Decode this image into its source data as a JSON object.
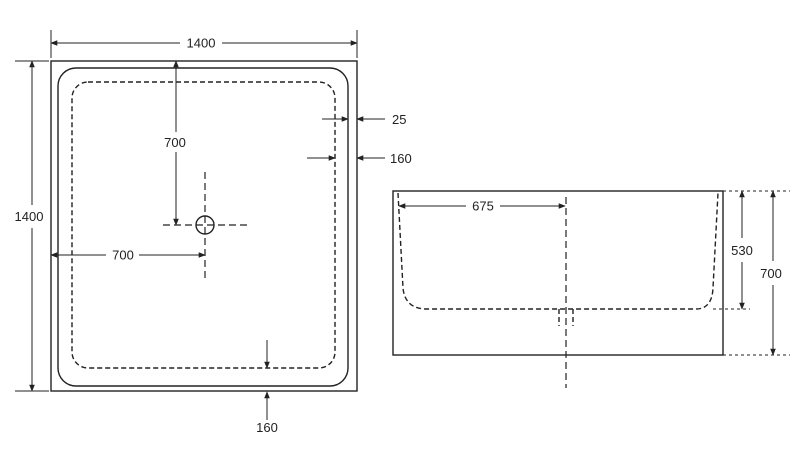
{
  "plan_view": {
    "width_label": "1400",
    "height_label": "1400",
    "drain_to_top_label": "700",
    "drain_to_left_label": "700",
    "rim_thickness_label": "25",
    "side_ledge_label": "160",
    "bottom_ledge_label": "160"
  },
  "side_view": {
    "drain_offset_label": "675",
    "inner_depth_label": "530",
    "overall_height_label": "700"
  },
  "colors": {
    "line": "#222222",
    "background": "#ffffff"
  }
}
